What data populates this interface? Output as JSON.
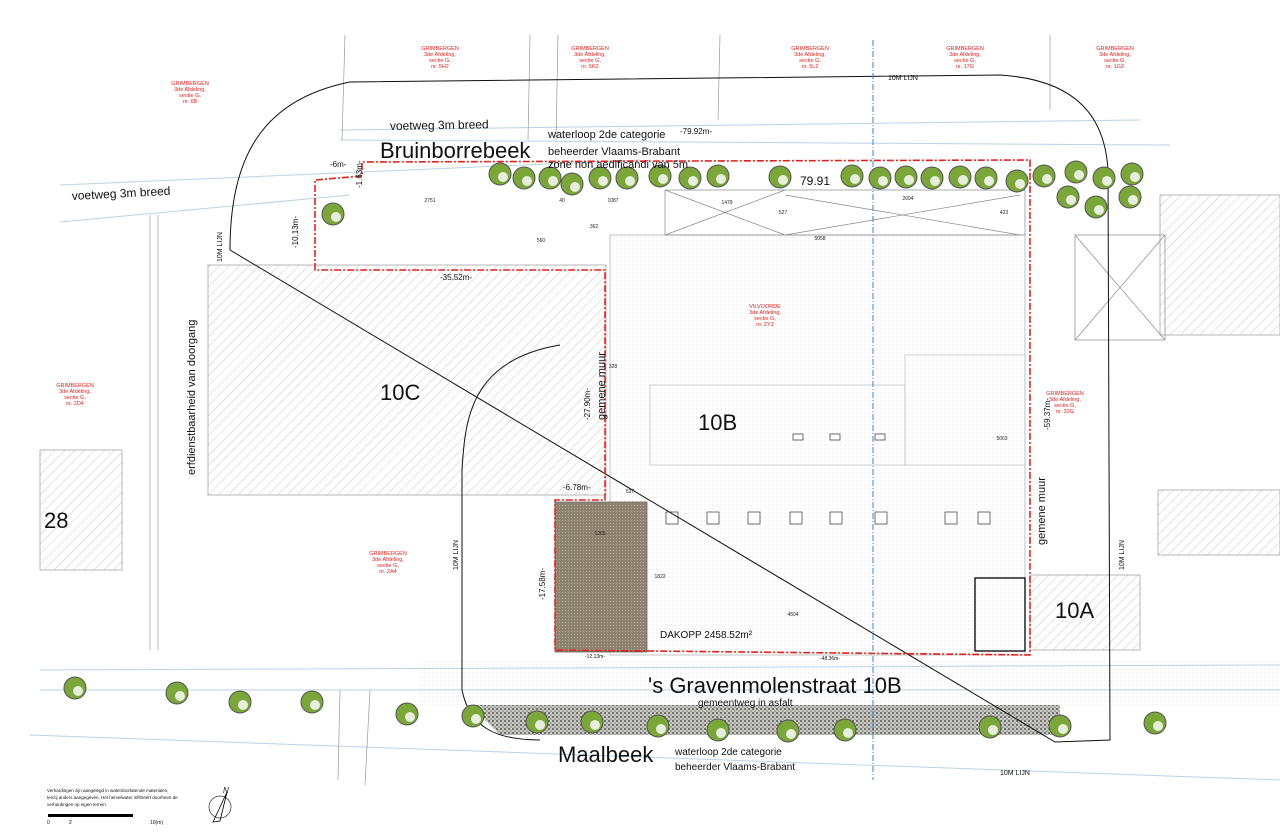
{
  "parcels": [
    {
      "municipality": "GRIMBERGEN",
      "division": "3de Afdeling,",
      "section": "sectie G,",
      "number": "nr. 6B"
    },
    {
      "municipality": "GRIMBERGEN",
      "division": "3de Afdeling,",
      "section": "sectie G,",
      "number": "nr. 5H2"
    },
    {
      "municipality": "GRIMBERGEN",
      "division": "3de Afdeling,",
      "section": "sectie G,",
      "number": "nr. 5K2"
    },
    {
      "municipality": "GRIMBERGEN",
      "division": "3de Afdeling,",
      "section": "sectie G,",
      "number": "nr. 5L2"
    },
    {
      "municipality": "GRIMBERGEN",
      "division": "3de Afdeling,",
      "section": "sectie G,",
      "number": "nr. 17G"
    },
    {
      "municipality": "GRIMBERGEN",
      "division": "3de Afdeling,",
      "section": "sectie G,",
      "number": "nr. 1G2"
    },
    {
      "municipality": "GRIMBERGEN",
      "division": "3de Afdeling,",
      "section": "sectie G,",
      "number": "nr. 2D4"
    },
    {
      "municipality": "GRIMBERGEN",
      "division": "3de Afdeling,",
      "section": "sectie G,",
      "number": "nr. 2A4"
    },
    {
      "municipality": "GRIMBERGEN",
      "division": "3de Afdeling,",
      "section": "sectie G,",
      "number": "nr. 32G"
    },
    {
      "municipality": "VILVOORDE",
      "division": "3de Afdeling,",
      "section": "sectie G,",
      "number": "nr. 2Y3"
    }
  ],
  "labels": {
    "footpath_top": "voetweg 3m breed",
    "footpath_left": "voetweg 3m breed",
    "stream_north": "Bruinborrebeek",
    "stream_north_info": [
      "waterloop 2de categorie",
      "beheerder Vlaams-Brabant",
      "zone non aedificandi van 5m"
    ],
    "stream_south": "Maalbeek",
    "stream_south_info": [
      "waterloop 2de categorie",
      "beheerder Vlaams-Brabant"
    ],
    "street": "'s Gravenmolenstraat 10B",
    "street_sub": "gemeentweg in asfalt",
    "roof_area": "DAKOPP 2458.52m²",
    "servitude": "erfdienstbaarheid van doorgang",
    "shared_wall": "gemene muur",
    "line_10m": "10M LIJN"
  },
  "buildings": {
    "b10c": "10C",
    "b10b": "10B",
    "b10a": "10A",
    "b28": "28"
  },
  "dimensions": {
    "d7992": "-79.92m-",
    "d7991": "79.91",
    "d3552": "-35.52m-",
    "d1013": "-10.13m-",
    "d6": "-6m-",
    "d163": "-1.63m-",
    "d2790": "-27.90m-",
    "d5937": "-59.37m-",
    "d678": "-6.78m-",
    "d1758": "-17.58m-",
    "d1213": "-12.13m-",
    "d4836": "-48.36m-",
    "n2751": "2751",
    "n40": "40",
    "n1087": "1087",
    "n1479": "1479",
    "n2094": "2094",
    "n5058": "5058",
    "n362": "362",
    "n560": "560",
    "n328": "328",
    "n527": "527",
    "n423": "423",
    "n537": "537",
    "n1265": "1265",
    "n1822": "1822",
    "n4504": "4504",
    "n5063": "5063"
  },
  "legend": {
    "note": [
      "Verhardingen zijn aangelegd in waterdoorlatende materialen,",
      "tenzij anders aangegeven. Het hemelwater infiltreert doorheen de",
      "verhardingen op eigen terrein."
    ],
    "scale_ticks": [
      "0",
      "2",
      "10(m)"
    ],
    "north": "N"
  },
  "colors": {
    "boundary": "#e0221f",
    "axis": "#2f86d6",
    "tree": "#7aa63a",
    "paved": "#8a7d6d"
  }
}
